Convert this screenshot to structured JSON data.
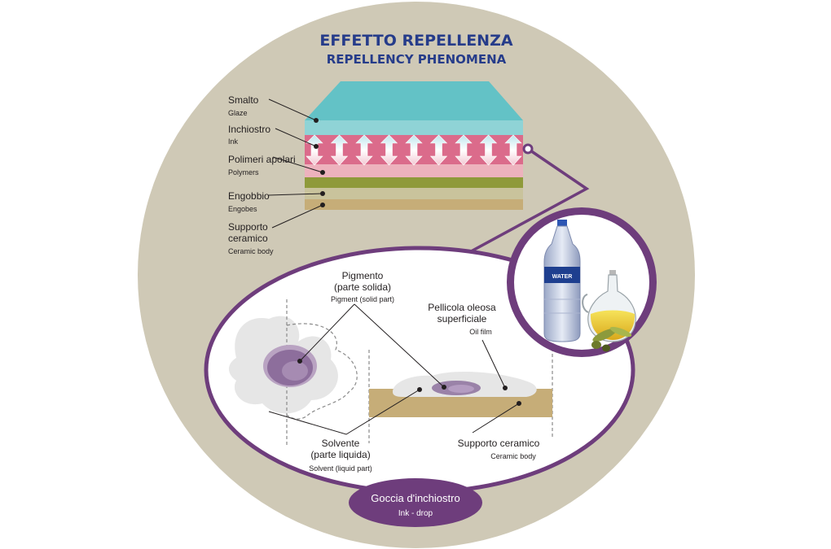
{
  "title": {
    "it": "EFFETTO REPELLENZA",
    "en": "REPELLENCY PHENOMENA"
  },
  "layers": [
    {
      "it": "Smalto",
      "en": "Glaze"
    },
    {
      "it": "Inchiostro",
      "en": "Ink"
    },
    {
      "it": "Polimeri apolari",
      "en": "Polymers"
    },
    {
      "it": "Engobbio",
      "en": "Engobes"
    },
    {
      "it": "Supporto",
      "it2": "ceramico",
      "en": "Ceramic body"
    }
  ],
  "drop_labels": {
    "pigment": {
      "it1": "Pigmento",
      "it2": "(parte solida)",
      "en": "Pigment (solid part)"
    },
    "oil_film": {
      "it1": "Pellicola oleosa",
      "it2": "superficiale",
      "en": "Oil film"
    },
    "solvent": {
      "it1": "Solvente",
      "it2": "(parte liquida)",
      "en": "Solvent (liquid part)"
    },
    "ceramic_body": {
      "it": "Supporto ceramico",
      "en": "Ceramic body"
    }
  },
  "water_bottle_label": "WATER",
  "badge": {
    "it": "Goccia d'inchiostro",
    "en": "Ink - drop"
  },
  "colors": {
    "background_circle": "#cfc9b6",
    "purple": "#6e3d7c",
    "glaze": "#63c2c6",
    "ink": "#db6b8b",
    "polymers": "#edb2bd",
    "engobe_green": "#8f9a3a",
    "engobe": "#c9c39c",
    "ceramic_body": "#c6ad78",
    "title_blue": "#263c8a"
  }
}
